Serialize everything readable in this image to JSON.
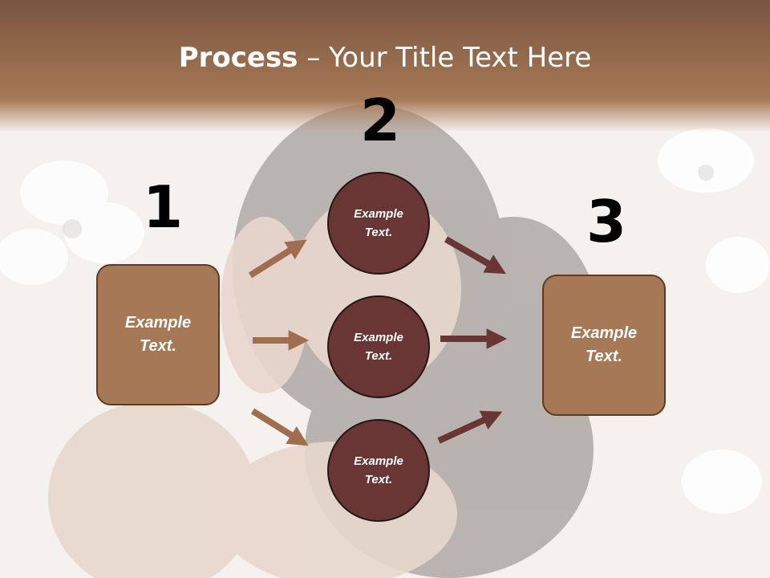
{
  "slide": {
    "title_bold": "Process",
    "title_rest": " – Your Title Text Here",
    "steps": {
      "one": "1",
      "two": "2",
      "three": "3"
    },
    "left_box": {
      "label": "Example Text."
    },
    "right_box": {
      "label": "Example Text."
    },
    "circles": [
      {
        "label": "Example Text."
      },
      {
        "label": "Example Text."
      },
      {
        "label": "Example Text."
      }
    ]
  },
  "colors": {
    "header_brown": "#a67855",
    "box_fill": "#a67855",
    "circle_fill": "#6a3535",
    "arrow_light": "#a06e4e",
    "arrow_dark": "#6a3535"
  }
}
